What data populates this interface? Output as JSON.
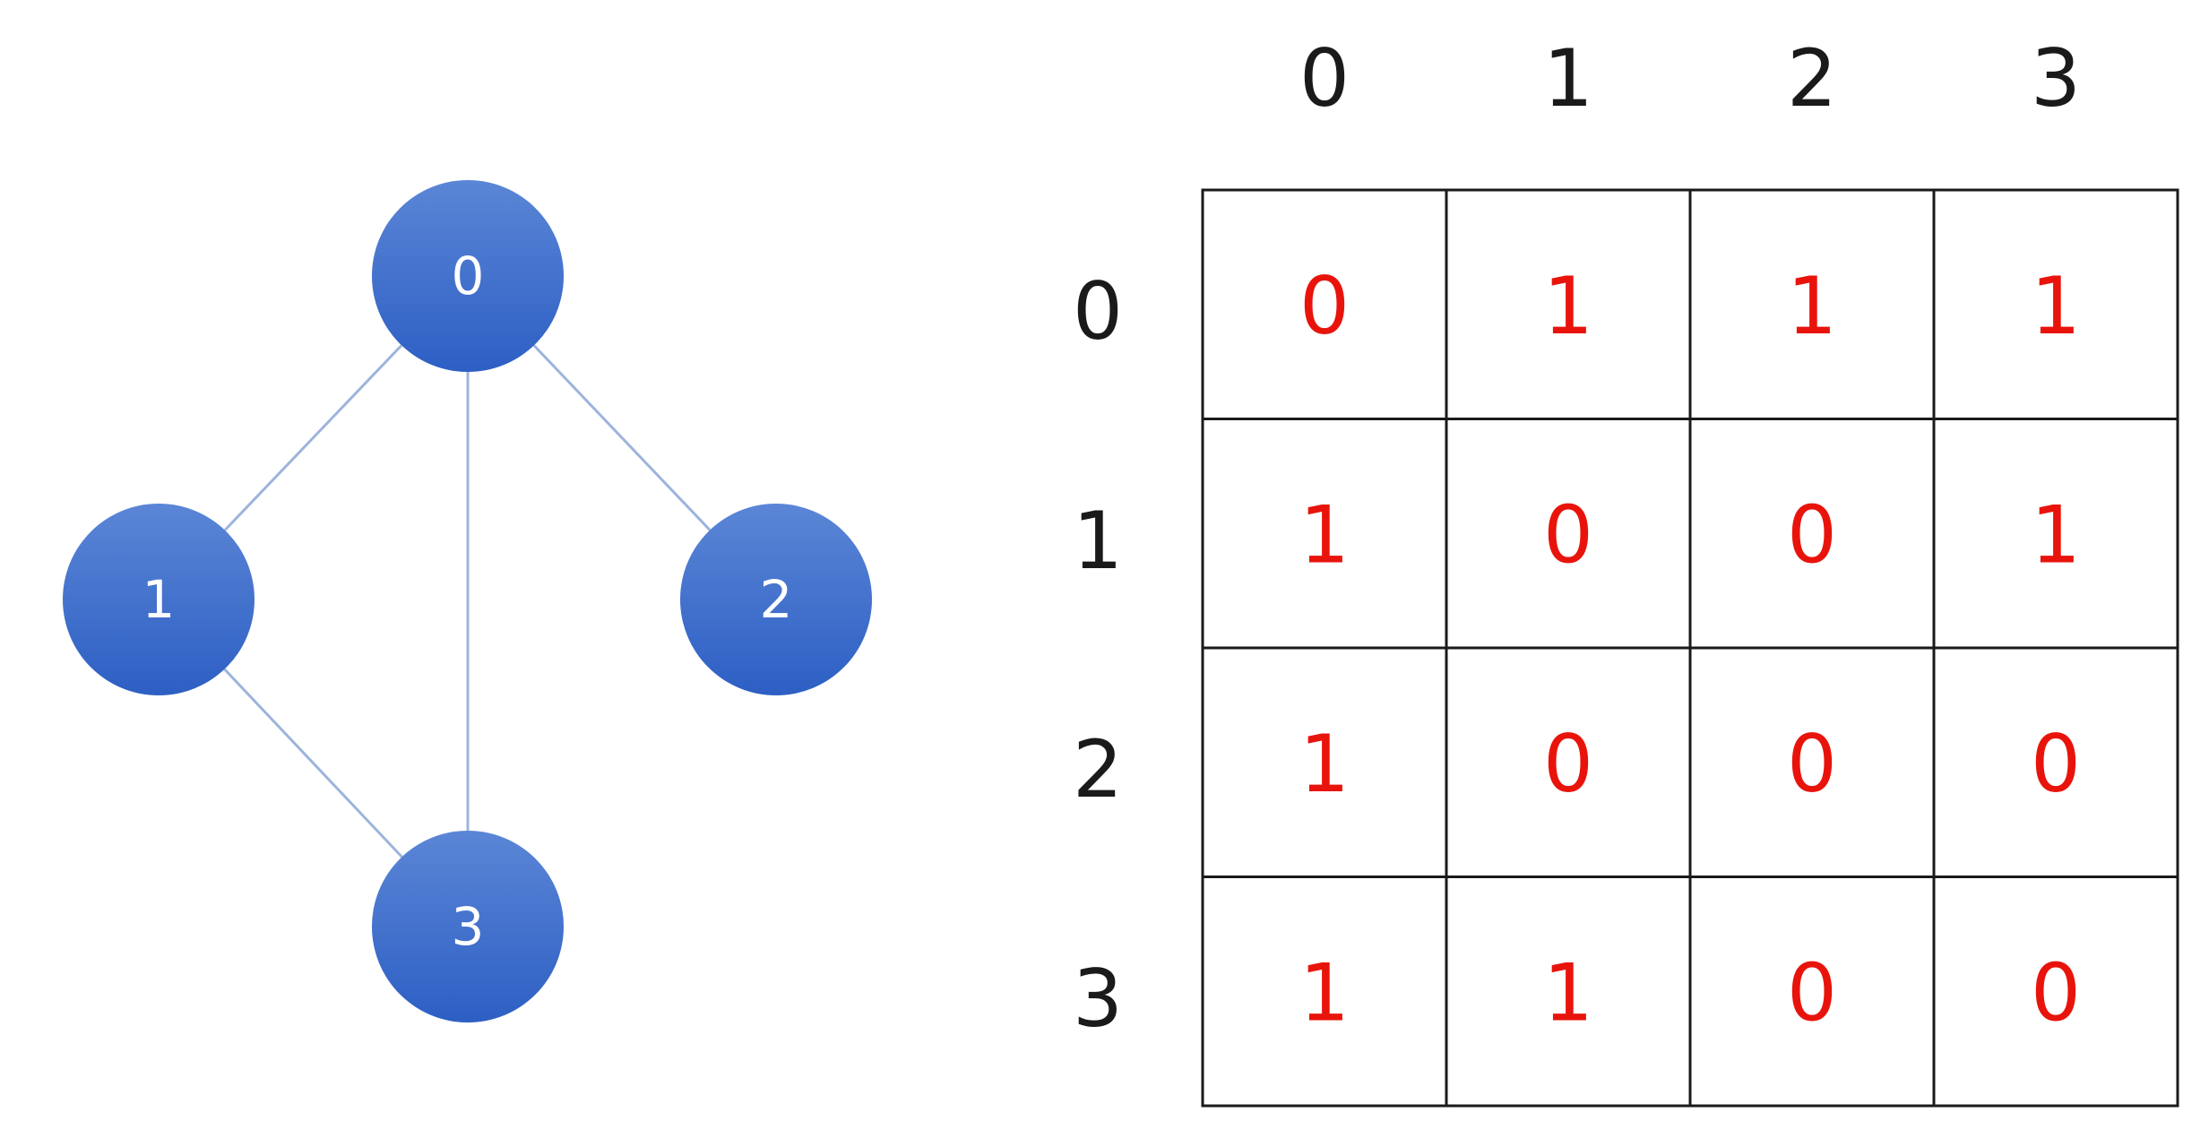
{
  "graph": {
    "nodes": [
      {
        "id": "0",
        "label": "0"
      },
      {
        "id": "1",
        "label": "1"
      },
      {
        "id": "2",
        "label": "2"
      },
      {
        "id": "3",
        "label": "3"
      }
    ],
    "edges": [
      [
        "0",
        "1"
      ],
      [
        "0",
        "2"
      ],
      [
        "0",
        "3"
      ],
      [
        "1",
        "3"
      ]
    ]
  },
  "matrix": {
    "column_headers": [
      "0",
      "1",
      "2",
      "3"
    ],
    "row_headers": [
      "0",
      "1",
      "2",
      "3"
    ],
    "rows": [
      [
        "0",
        "1",
        "1",
        "1"
      ],
      [
        "1",
        "0",
        "0",
        "1"
      ],
      [
        "1",
        "0",
        "0",
        "0"
      ],
      [
        "1",
        "1",
        "0",
        "0"
      ]
    ]
  },
  "colors": {
    "node_fill_top": "#5b86d6",
    "node_fill_bottom": "#2d5fc4",
    "edge": "#9db4dc",
    "cell_value": "#e8140c",
    "grid": "#1a1a1a",
    "header_text": "#1a1a1a"
  }
}
